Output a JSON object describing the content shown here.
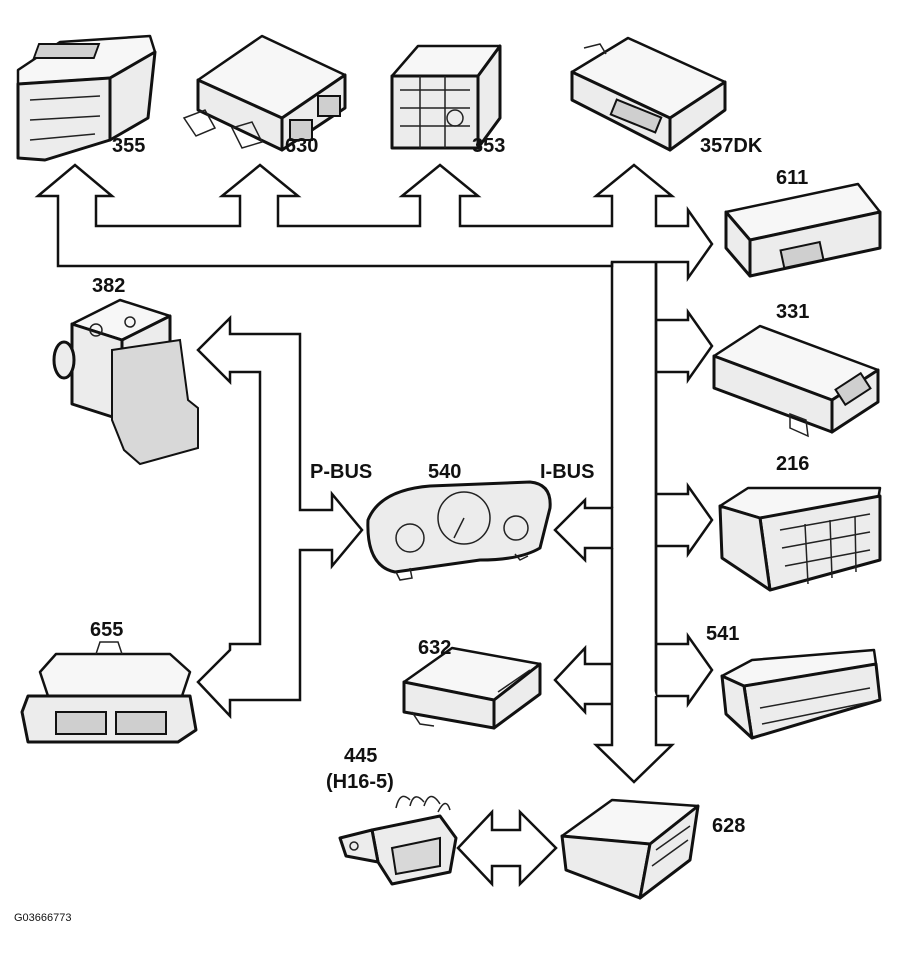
{
  "modules": {
    "m355": "355",
    "m630": "630",
    "m353": "353",
    "m357dk": "357DK",
    "m611": "611",
    "m382": "382",
    "m331": "331",
    "m540": "540",
    "m216": "216",
    "m655": "655",
    "m632": "632",
    "m541": "541",
    "m445": "445",
    "m445_sub": "(H16-5)",
    "m628": "628"
  },
  "buses": {
    "p_bus": "P-BUS",
    "i_bus": "I-BUS"
  },
  "figure_code": "G03666773"
}
